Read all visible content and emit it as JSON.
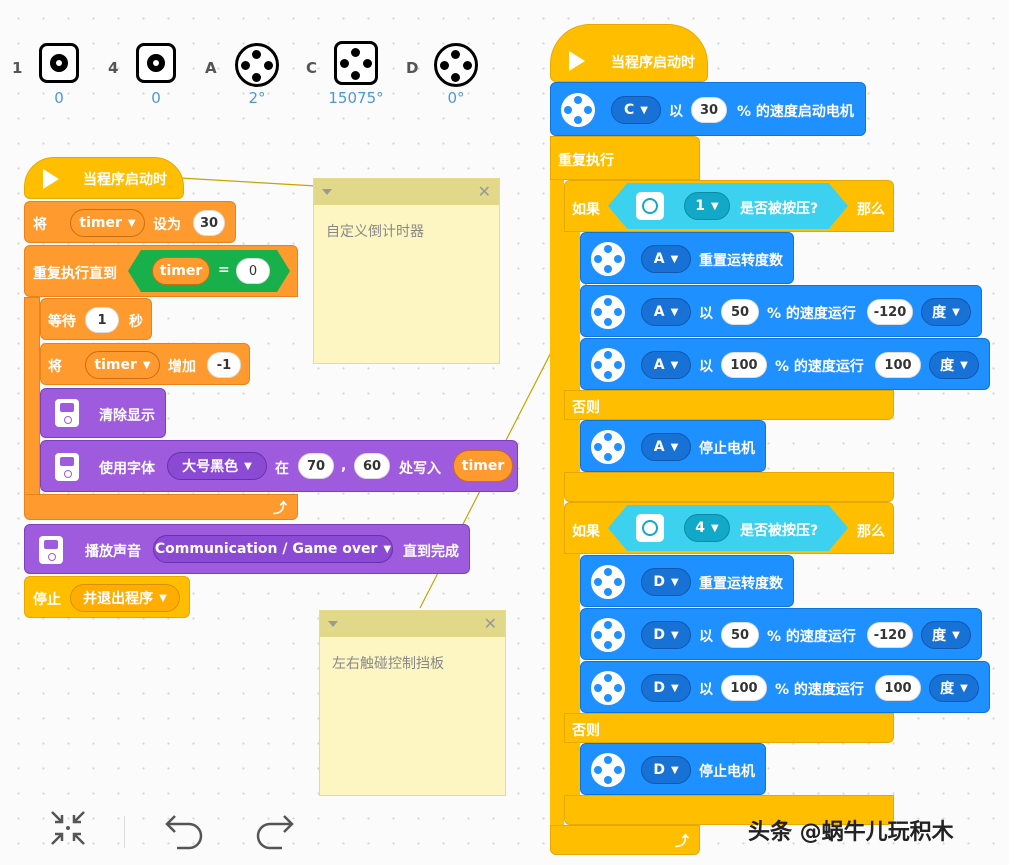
{
  "ports": [
    {
      "letter": "1",
      "value": "0"
    },
    {
      "letter": "4",
      "value": "0"
    },
    {
      "letter": "A",
      "value": "2°"
    },
    {
      "letter": "C",
      "value": "15075°"
    },
    {
      "letter": "D",
      "value": "0°"
    }
  ],
  "left": {
    "hat_label": "当程序启动时",
    "set_var_prefix": "将",
    "var_name": "timer",
    "set_to": "设为",
    "set_value": "30",
    "repeat_until": "重复执行直到",
    "equals": "=",
    "cmp_value": "0",
    "wait_label": "等待",
    "wait_value": "1",
    "wait_unit": "秒",
    "change_prefix": "将",
    "change_label": "增加",
    "change_value": "-1",
    "clear_display": "清除显示",
    "font_label": "使用字体",
    "font_value": "大号黑色",
    "at_label": "在",
    "x_value": "70",
    "comma": ",",
    "y_value": "60",
    "write_label": "处写入",
    "write_var": "timer",
    "play_sound": "播放声音",
    "sound_value": "Communication / Game over",
    "until_done": "直到完成",
    "stop_label": "停止",
    "stop_option": "并退出程序"
  },
  "notes": [
    {
      "text": "自定义倒计时器"
    },
    {
      "text": "左右触碰控制挡板"
    }
  ],
  "right": {
    "hat_label": "当程序启动时",
    "motor_port": "C",
    "at_label": "以",
    "speed": "30",
    "start_motor": "% 的速度启动电机",
    "forever": "重复执行",
    "if_label": "如果",
    "then_label": "那么",
    "else_label": "否则",
    "pressed_label": "是否被按压?",
    "sensor1": "1",
    "sensor2": "4",
    "port_a": "A",
    "port_d": "D",
    "reset_label": "重置运转度数",
    "run_label": "% 的速度运行",
    "speed50": "50",
    "speed100": "100",
    "deg_neg": "-120",
    "deg_pos": "100",
    "deg_unit": "度",
    "stop_motor": "停止电机"
  },
  "watermark": "头条 @蜗牛儿玩积木",
  "toolbar": {
    "fit": "fit-icon",
    "undo": "undo-icon",
    "redo": "redo-icon"
  }
}
